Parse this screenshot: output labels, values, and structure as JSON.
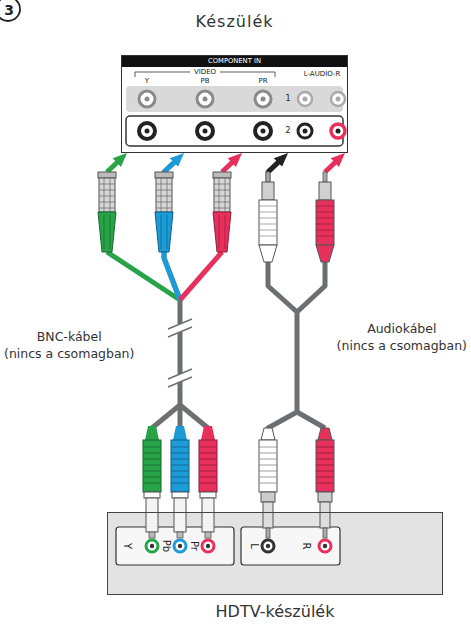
{
  "diagram": {
    "nodes": [
      {
        "text": [
          "Készülék",
          "COMPONENT IN"
        ]
      },
      {
        "text": [
          "HDTV-készülék"
        ]
      }
    ],
    "edges": [
      {
        "from": 1,
        "to": 0,
        "arrow": "to",
        "label": "BNC-kábel (nincs a csomagban)"
      },
      {
        "from": 1,
        "to": 0,
        "arrow": "to",
        "label": "Audiokábel (nincs a csomagban)"
      }
    ],
    "labels": [
      "3",
      "VIDEO",
      "Y",
      "PB",
      "PR",
      "L-AUDIO-R",
      "1",
      "2",
      "Y",
      "Pb",
      "Pr",
      "L",
      "R"
    ]
  }
}
